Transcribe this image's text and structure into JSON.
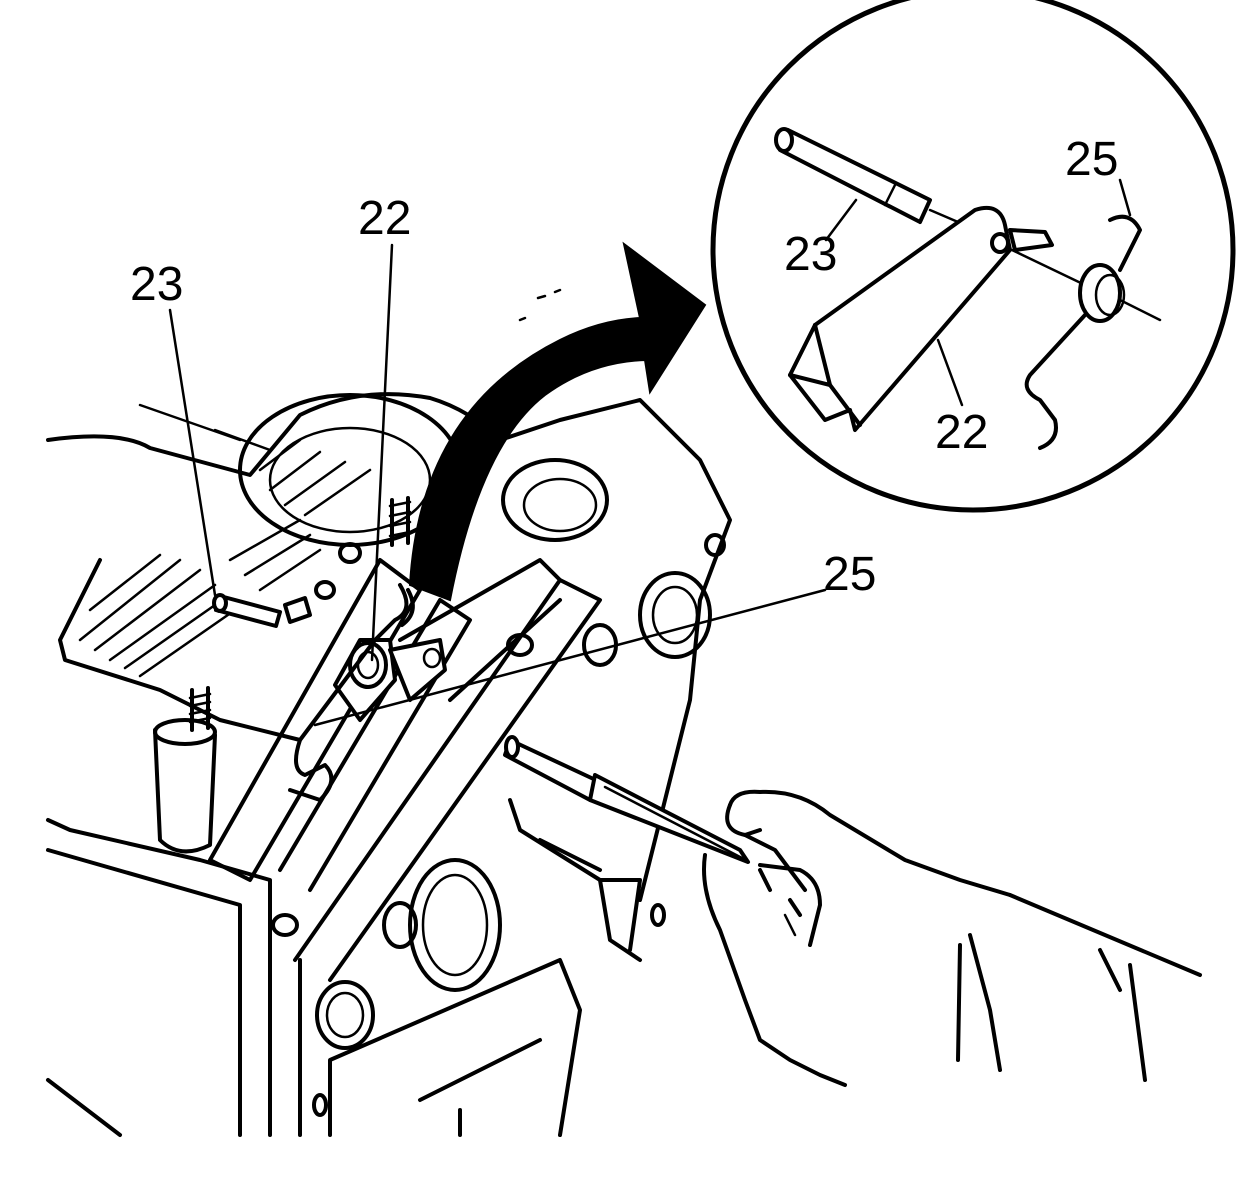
{
  "callouts": {
    "main_23": "23",
    "main_22": "22",
    "main_25": "25",
    "detail_23": "23",
    "detail_22": "22",
    "detail_25": "25"
  },
  "colors": {
    "line": "#000000",
    "background": "#ffffff"
  }
}
